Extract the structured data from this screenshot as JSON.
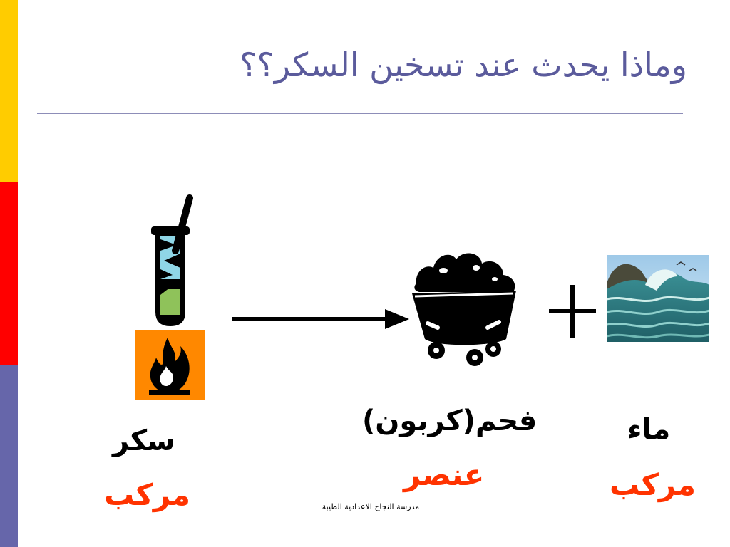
{
  "title": "وماذا يحدث عند تسخين السكر؟؟",
  "items": {
    "sugar": {
      "name": "سكر",
      "type": "مركب"
    },
    "coal": {
      "name": "فحم(كربون)",
      "type": "عنصر"
    },
    "water": {
      "name": "ماء",
      "type": "مركب"
    }
  },
  "footer": "مدرسة النجاح الاعدادية الطيبة",
  "icons": [
    "test-tube-icon",
    "burner-flame-icon",
    "arrow-right-icon",
    "coal-cart-icon",
    "plus-icon",
    "sea-water-icon"
  ],
  "colors": {
    "title": "#5b5b9c",
    "label_name": "#000000",
    "label_type": "#ff3300",
    "bar_yellow": "#ffcc00",
    "bar_red": "#ff0000",
    "bar_blue": "#6666aa",
    "burner_bg": "#ff8800"
  }
}
